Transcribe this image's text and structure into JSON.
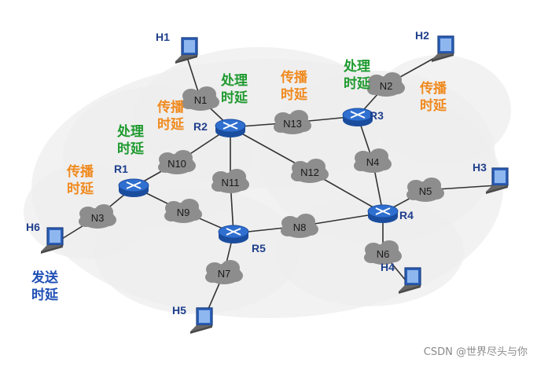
{
  "routers": [
    "R1",
    "R2",
    "R3",
    "R4",
    "R5"
  ],
  "networks": [
    "N1",
    "N2",
    "N3",
    "N4",
    "N5",
    "N6",
    "N7",
    "N8",
    "N9",
    "N10",
    "N11",
    "N12",
    "N13"
  ],
  "hosts": [
    "H1",
    "H2",
    "H3",
    "H4",
    "H5",
    "H6"
  ],
  "annotations": {
    "processing_delay": "处理\n时延",
    "propagation_delay": "传播\n时延",
    "transmission_delay": "发送\n时延"
  },
  "colors": {
    "processing": "#1f9a2f",
    "propagation": "#f08a1e",
    "transmission": "#1f4fb6",
    "router": "#2f6fd0",
    "cloud": "#8d8d8d",
    "link": "#333333"
  },
  "watermark": "CSDN @世界尽头与你"
}
